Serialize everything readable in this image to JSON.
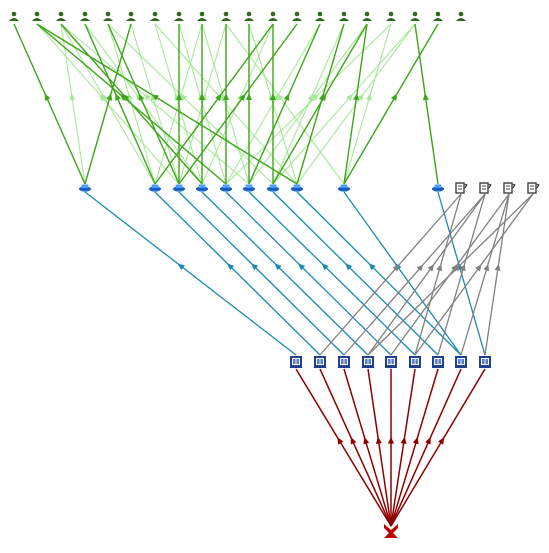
{
  "graph": {
    "edge_colors": {
      "root_to_building": "#8b0000",
      "building_to_hub": "#1a8ab0",
      "building_to_device": "#808080",
      "hub_to_person_strong": "#3fa51a",
      "hub_to_person_light": "#a8e89a"
    },
    "node_colors": {
      "person": "#2d6a1a",
      "hub": "#1e6fd9",
      "building": "#1f3f8f",
      "device": "#404040",
      "root": "#c00000"
    },
    "groups": [
      {
        "kind": "person",
        "icon": "person-icon",
        "count": 20
      },
      {
        "kind": "hub",
        "icon": "router-icon",
        "count": 10
      },
      {
        "kind": "device",
        "icon": "printer-icon",
        "count": 4
      },
      {
        "kind": "building",
        "icon": "building-icon",
        "count": 9
      },
      {
        "kind": "root",
        "icon": "root-node-icon",
        "count": 1
      }
    ]
  }
}
